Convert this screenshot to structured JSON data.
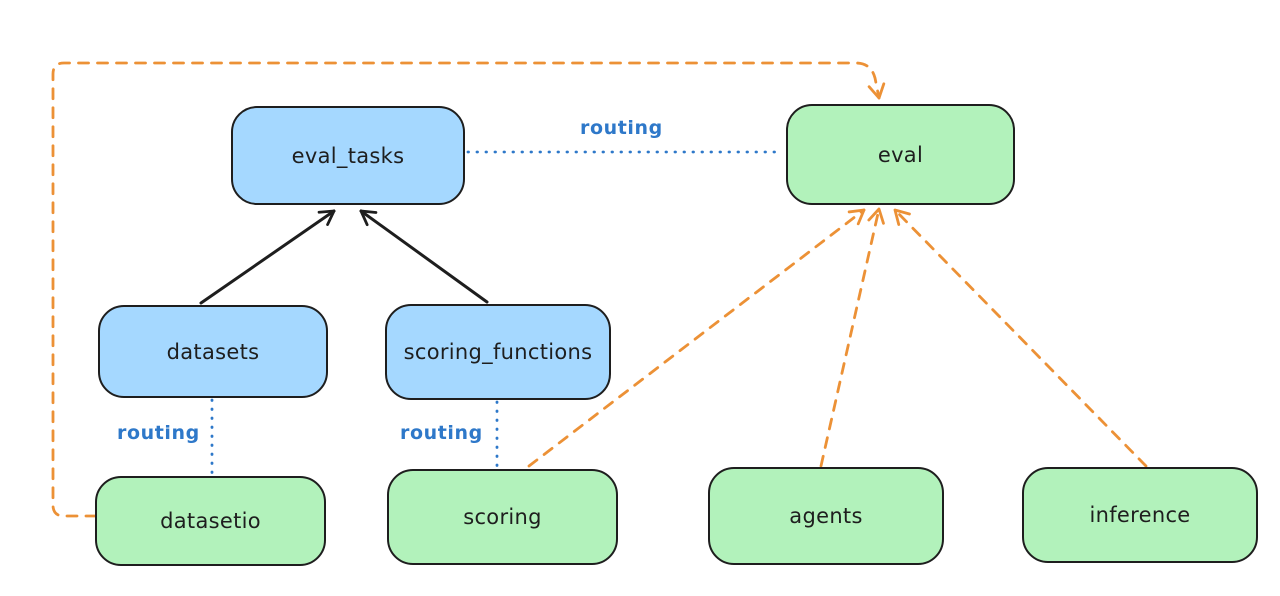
{
  "colors": {
    "background": "#ffffff",
    "node_stroke": "#1e1e1e",
    "blue_node_fill": "#a5d8ff",
    "green_node_fill": "#b2f2bb",
    "routing_line_blue": "#2e78c9",
    "provider_arrow_orange": "#ec9136",
    "parent_arrow_black": "#1e1e1e"
  },
  "nodes": {
    "eval_tasks": {
      "label": "eval_tasks",
      "kind": "blue"
    },
    "eval": {
      "label": "eval",
      "kind": "green"
    },
    "datasets": {
      "label": "datasets",
      "kind": "blue"
    },
    "scoring_functions": {
      "label": "scoring_functions",
      "kind": "blue"
    },
    "datasetio": {
      "label": "datasetio",
      "kind": "green"
    },
    "scoring": {
      "label": "scoring",
      "kind": "green"
    },
    "agents": {
      "label": "agents",
      "kind": "green"
    },
    "inference": {
      "label": "inference",
      "kind": "green"
    }
  },
  "edges": [
    {
      "from": "datasets",
      "to": "eval_tasks",
      "style": "solid",
      "color": "black",
      "label": ""
    },
    {
      "from": "scoring_functions",
      "to": "eval_tasks",
      "style": "solid",
      "color": "black",
      "label": ""
    },
    {
      "from": "eval_tasks",
      "to": "eval",
      "style": "dotted",
      "color": "blue",
      "label": "routing"
    },
    {
      "from": "datasets",
      "to": "datasetio",
      "style": "dotted",
      "color": "blue",
      "label": "routing"
    },
    {
      "from": "scoring_functions",
      "to": "scoring",
      "style": "dotted",
      "color": "blue",
      "label": "routing"
    },
    {
      "from": "datasetio",
      "to": "eval",
      "style": "dashed",
      "color": "orange",
      "label": ""
    },
    {
      "from": "scoring",
      "to": "eval",
      "style": "dashed",
      "color": "orange",
      "label": ""
    },
    {
      "from": "agents",
      "to": "eval",
      "style": "dashed",
      "color": "orange",
      "label": ""
    },
    {
      "from": "inference",
      "to": "eval",
      "style": "dashed",
      "color": "orange",
      "label": ""
    }
  ]
}
